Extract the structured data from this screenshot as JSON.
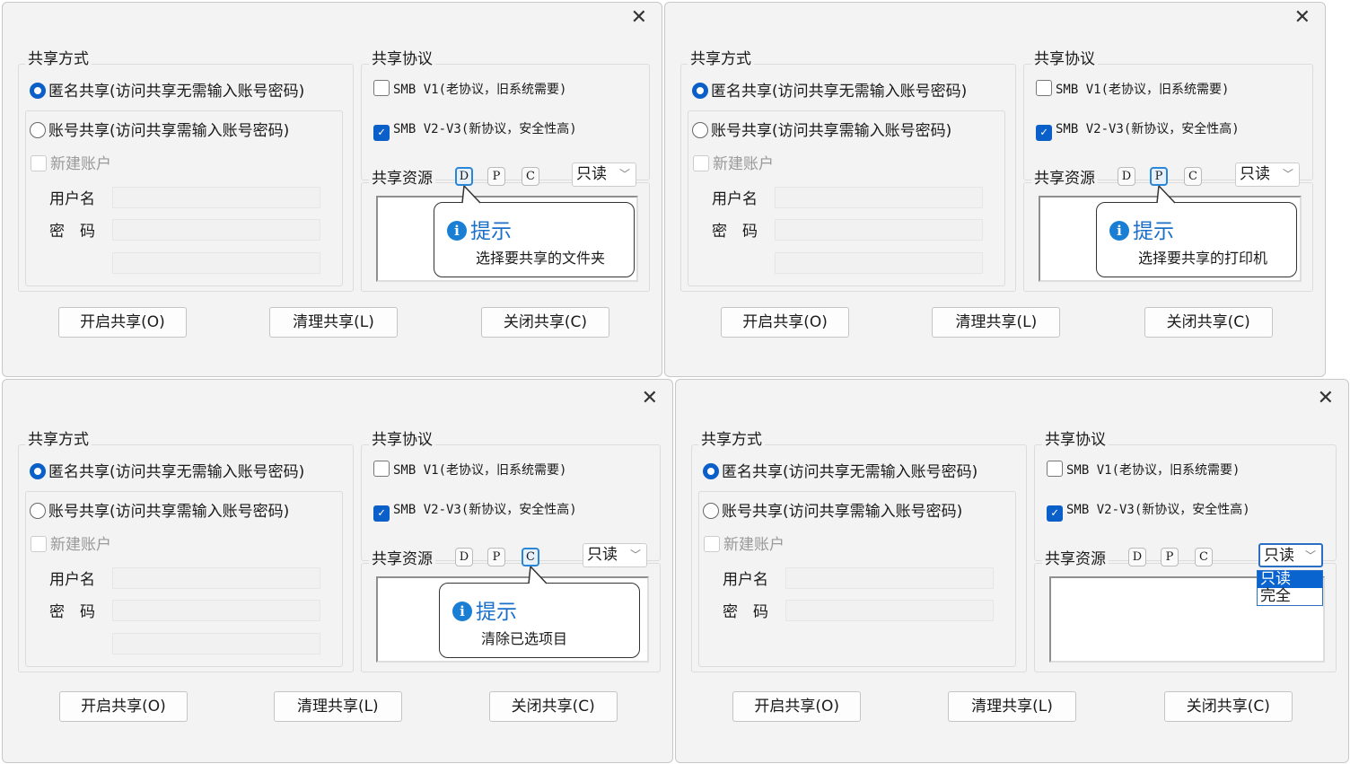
{
  "panels": [
    {
      "tooltip": {
        "title": "提示",
        "text": "选择要共享的文件夹",
        "target": "D"
      }
    },
    {
      "tooltip": {
        "title": "提示",
        "text": "选择要共享的打印机",
        "target": "P"
      }
    },
    {
      "tooltip": {
        "title": "提示",
        "text": "清除已选项目",
        "target": "C"
      }
    },
    {
      "dropdown_open": true,
      "options": [
        "只读",
        "完全"
      ],
      "selected_option": "只读"
    }
  ],
  "dialog": {
    "close_icon": "✕",
    "share_mode": {
      "title": "共享方式",
      "anonymous": "匿名共享(访问共享无需输入账号密码)",
      "account": "账号共享(访问共享需输入账号密码)",
      "new_account": "新建账户",
      "username_label": "用户名",
      "password_label": "密　码",
      "selected": "anonymous"
    },
    "protocol": {
      "title": "共享协议",
      "smb_v1": "SMB V1(老协议，旧系统需要)",
      "smb_v2": "SMB V2-V3(新协议，安全性高)",
      "smb_v1_checked": false,
      "smb_v2_checked": true
    },
    "resource": {
      "title": "共享资源",
      "buttons": [
        "D",
        "P",
        "C"
      ],
      "permission": "只读"
    },
    "buttons": {
      "start": "开启共享(O)",
      "clear": "清理共享(L)",
      "close": "关闭共享(C)"
    }
  },
  "colors": {
    "accent": "#0a5fc8",
    "tooltip_title": "#1a6fc8",
    "panel_bg": "#f3f3f3"
  }
}
